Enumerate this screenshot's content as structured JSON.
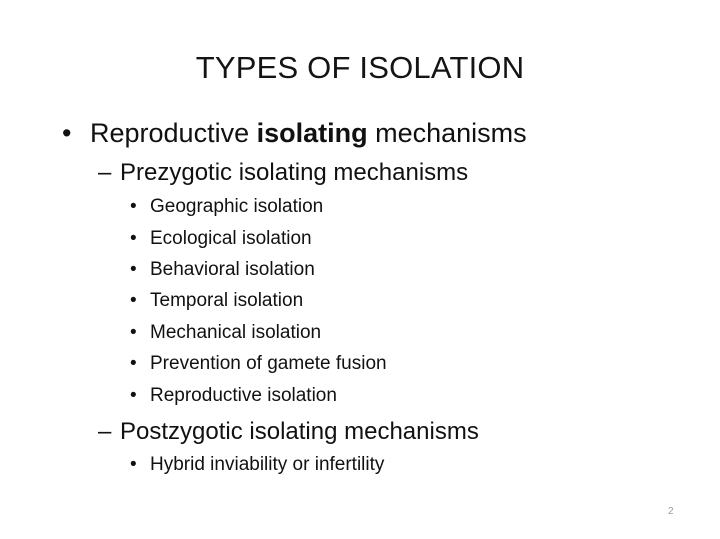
{
  "slide": {
    "title": "TYPES OF ISOLATION",
    "level1": {
      "bullet": "•",
      "text_before": "Reproductive ",
      "text_bold": "isolating",
      "text_after": " mechanisms"
    },
    "prezygotic": {
      "dash": "–",
      "label": "Prezygotic isolating mechanisms",
      "items": [
        "Geographic isolation",
        "Ecological isolation",
        "Behavioral isolation",
        "Temporal isolation",
        "Mechanical isolation",
        "Prevention of gamete fusion",
        "Reproductive isolation"
      ]
    },
    "postzygotic": {
      "dash": "–",
      "label": "Postzygotic isolating mechanisms",
      "items": [
        "Hybrid inviability or infertility"
      ]
    },
    "bullet_glyph": "•",
    "page_number": "2"
  }
}
